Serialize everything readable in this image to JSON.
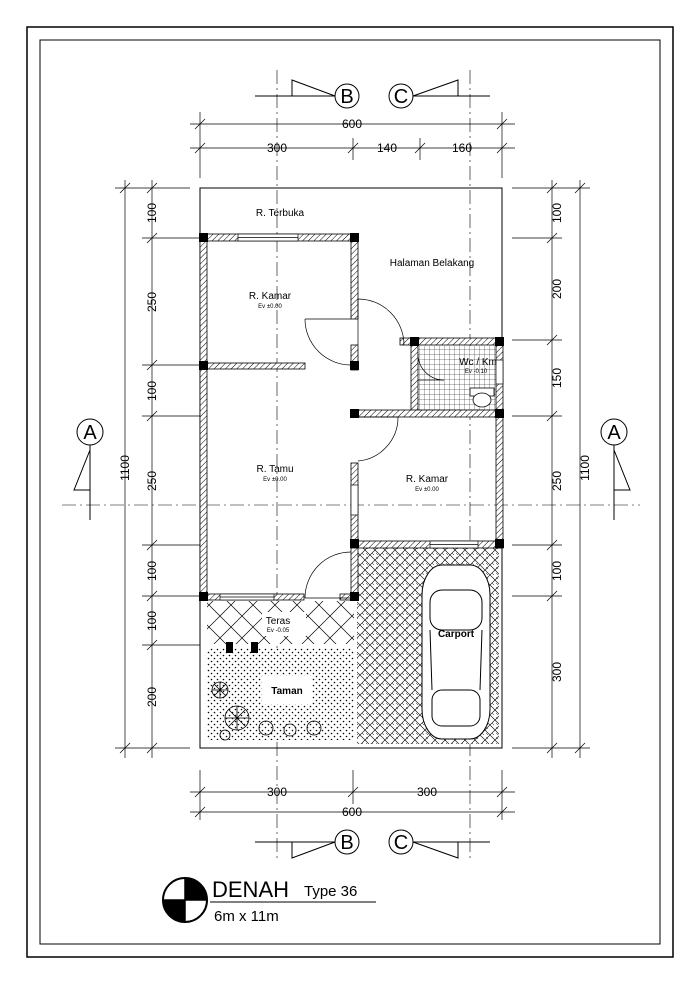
{
  "dimensions": {
    "top_total": "600",
    "top_parts": [
      "300",
      "140",
      "160"
    ],
    "bottom_total": "600",
    "bottom_parts": [
      "300",
      "300"
    ],
    "left_total": "1100",
    "left_parts": [
      "100",
      "250",
      "100",
      "250",
      "100",
      "100",
      "200"
    ],
    "right_total": "1100",
    "right_parts": [
      "100",
      "200",
      "150",
      "250",
      "100",
      "300"
    ]
  },
  "rooms": {
    "terbuka": {
      "name": "R. Terbuka",
      "elev": ""
    },
    "halaman": {
      "name": "Halaman Belakang",
      "elev": ""
    },
    "kamar1": {
      "name": "R. Kamar",
      "elev": "Ev ±0.00"
    },
    "wc": {
      "name": "Wc / Km",
      "elev": "Ev -0.10"
    },
    "tamu": {
      "name": "R. Tamu",
      "elev": "Ev ±0.00"
    },
    "kamar2": {
      "name": "R. Kamar",
      "elev": "Ev ±0.00"
    },
    "teras": {
      "name": "Teras",
      "elev": "Ev -0.05"
    },
    "carport": {
      "name": "Carport",
      "elev": ""
    },
    "taman": {
      "name": "Taman",
      "elev": ""
    }
  },
  "sections": {
    "a": "A",
    "b": "B",
    "c": "C"
  },
  "title": {
    "main": "DENAH",
    "type": "Type 36",
    "size": "6m x 11m"
  }
}
